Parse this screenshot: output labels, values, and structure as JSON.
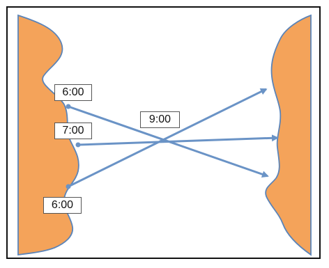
{
  "labels": {
    "left_top": "6:00",
    "left_middle": "7:00",
    "left_bottom": "6:00",
    "center": "9:00"
  },
  "colors": {
    "landmass_fill": "#F4A35A",
    "landmass_stroke": "#5B84B8",
    "arrow": "#6A93C6",
    "label_border": "#555555"
  }
}
